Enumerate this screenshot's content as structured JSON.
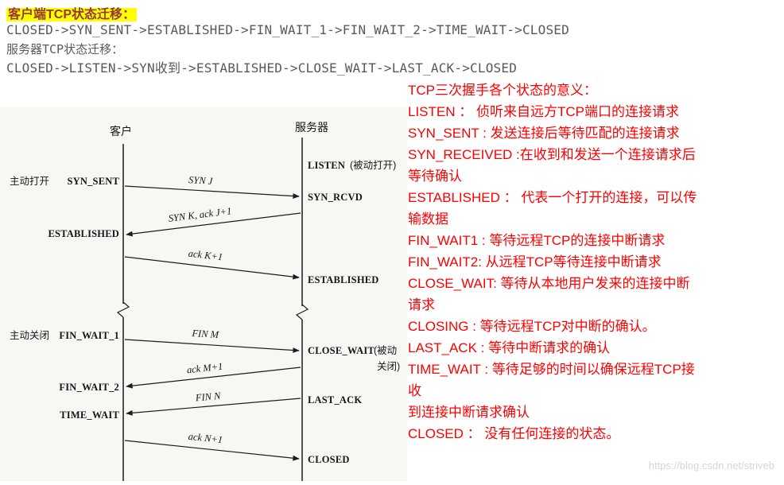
{
  "header": {
    "client_title": "客户端TCP状态迁移：",
    "client_sequence": "CLOSED->SYN_SENT->ESTABLISHED->FIN_WAIT_1->FIN_WAIT_2->TIME_WAIT->CLOSED",
    "server_title": "服务器TCP状态迁移：",
    "server_sequence": "CLOSED->LISTEN->SYN收到->ESTABLISHED->CLOSE_WAIT->LAST_ACK->CLOSED"
  },
  "diagram": {
    "client_title": "客户",
    "server_title": "服务器",
    "states": {
      "listen": "LISTEN",
      "listen_note": "(被动打开)",
      "active_open": "主动打开",
      "syn_sent": "SYN_SENT",
      "syn_rcvd": "SYN_RCVD",
      "established_client": "ESTABLISHED",
      "established_server": "ESTABLISHED",
      "active_close": "主动关闭",
      "fin_wait_1": "FIN_WAIT_1",
      "close_wait": "CLOSE_WAIT",
      "close_wait_note1": "(被动",
      "close_wait_note2": "关闭)",
      "fin_wait_2": "FIN_WAIT_2",
      "last_ack": "LAST_ACK",
      "time_wait": "TIME_WAIT",
      "closed": "CLOSED"
    },
    "messages": {
      "syn_j": "SYN J",
      "syn_k_ack_j1": "SYN K, ack J+1",
      "ack_k1": "ack K+1",
      "fin_m": "FIN M",
      "ack_m1": "ack M+1",
      "fin_n": "FIN N",
      "ack_n1": "ack N+1"
    }
  },
  "notes": {
    "title": "TCP三次握手各个状态的意义：",
    "items": [
      "LISTEN ： 侦听来自远方TCP端口的连接请求",
      "SYN_SENT : 发送连接后等待匹配的连接请求",
      "SYN_RECEIVED :在收到和发送一个连接请求后",
      "等待确认",
      "ESTABLISHED ： 代表一个打开的连接，可以传",
      "输数据",
      "FIN_WAIT1 : 等待远程TCP的连接中断请求",
      "FIN_WAIT2: 从远程TCP等待连接中断请求",
      "CLOSE_WAIT: 等待从本地用户发来的连接中断",
      "请求",
      "CLOSING : 等待远程TCP对中断的确认。",
      "LAST_ACK : 等待中断请求的确认",
      "TIME_WAIT : 等待足够的时间以确保远程TCP接",
      "收",
      "到连接中断请求确认",
      "CLOSED ： 没有任何连接的状态。"
    ]
  },
  "watermark": "https://blog.csdn.net/striveb",
  "colors": {
    "title_text": "#953734",
    "title_highlight": "#ffff00",
    "sequence_text": "#595959",
    "notes_text": "#fe0000",
    "diagram_ink": "#1c1c1c",
    "diagram_bg": "#f7f7f4",
    "watermark_text": "#d5d5d5"
  }
}
